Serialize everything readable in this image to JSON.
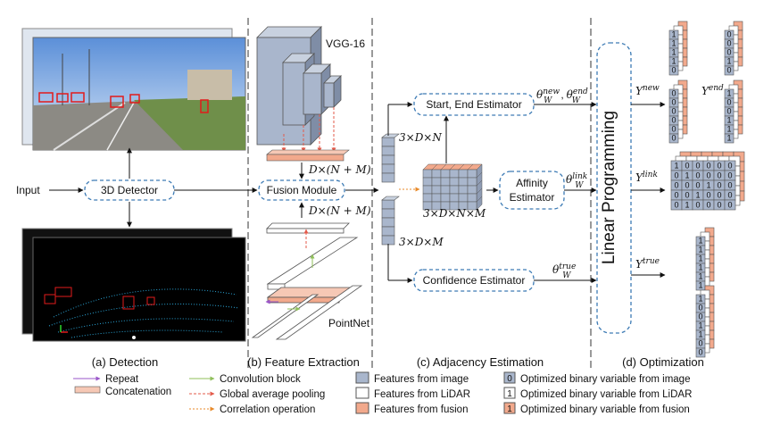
{
  "panels": {
    "detection": "(a) Detection",
    "feature_extraction": "(b) Feature Extraction",
    "adjacency": "(c) Adjacency Estimation",
    "optimization": "(d) Optimization"
  },
  "nodes": {
    "input": "Input",
    "detector": "3D Detector",
    "vgg": "VGG-16",
    "fusion": "Fusion Module",
    "pointnet": "PointNet",
    "start_end": "Start, End Estimator",
    "affinity_1": "Affinity",
    "affinity_2": "Estimator",
    "confidence": "Confidence Estimator",
    "linear_programming": "Linear Programming"
  },
  "dims": {
    "fusion_top": "D×(N + M)",
    "fusion_bottom": "D×(N + M)",
    "image_feat": "3×D×N",
    "lidar_feat": "3×D×M",
    "pair": "3×D×N×M"
  },
  "params": {
    "theta_new": "θ",
    "theta_new_sub": "W",
    "theta_new_sup": "new",
    "theta_end": "θ",
    "theta_end_sub": "W",
    "theta_end_sup": "end",
    "comma": ",",
    "theta_link": "θ",
    "theta_link_sub": "W",
    "theta_link_sup": "link",
    "theta_true": "θ",
    "theta_true_sub": "W",
    "theta_true_sup": "true"
  },
  "outputs": {
    "y": "Y",
    "y_new_sup": "new",
    "y_end_sup": "end",
    "y_link_sup": "link",
    "y_true_sup": "true"
  },
  "matrices": {
    "y_new": [
      "1",
      "1",
      "1",
      "1",
      "0",
      "0",
      "0",
      "0",
      "0"
    ],
    "y_end": [
      "0",
      "0",
      "0",
      "1",
      "0",
      "0",
      "1",
      "1",
      "1"
    ],
    "y_link": [
      [
        "1",
        "0",
        "0",
        "0",
        "0",
        "0"
      ],
      [
        "0",
        "1",
        "0",
        "0",
        "0",
        "0"
      ],
      [
        "0",
        "0",
        "0",
        "1",
        "0",
        "0"
      ],
      [
        "0",
        "0",
        "1",
        "0",
        "0",
        "0"
      ],
      [
        "0",
        "1",
        "0",
        "0",
        "0",
        "0"
      ]
    ],
    "y_true": [
      "1",
      "1",
      "1",
      "1",
      "1",
      "1",
      "1",
      "0",
      "0",
      "1",
      "1",
      "0",
      "0"
    ]
  },
  "legend": {
    "repeat": "Repeat",
    "concatenation": "Concatenation",
    "conv_block": "Convolution block",
    "gap": "Global average pooling",
    "correlation": "Correlation operation",
    "feat_image": "Features from image",
    "feat_lidar": "Features from LiDAR",
    "feat_fusion": "Features from fusion",
    "bin_image_glyph": "0",
    "bin_image": "Optimized binary variable from image",
    "bin_lidar_glyph": "1",
    "bin_lidar": "Optimized binary variable from LiDAR",
    "bin_fusion_glyph": "1",
    "bin_fusion": "Optimized binary variable from fusion"
  },
  "colors": {
    "image_feature": "#a9b6cc",
    "lidar_feature": "#ffffff",
    "fusion_feature": "#f2a98c",
    "module_border": "#3d7bb5",
    "arrow_repeat": "#9a55c9",
    "arrow_conv": "#8fbf5a",
    "arrow_gap": "#e35a4a",
    "arrow_corr": "#e88a2a"
  }
}
